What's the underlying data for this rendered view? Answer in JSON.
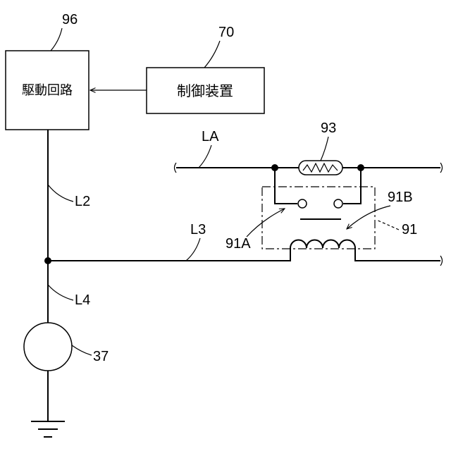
{
  "labels": {
    "drive_circuit_ref": "96",
    "drive_circuit_text": "駆動回路",
    "control_device_ref": "70",
    "control_device_text": "制御装置",
    "line_la": "LA",
    "thermistor_ref": "93",
    "line_l2": "L2",
    "line_l3": "L3",
    "relay_contact_ref": "91A",
    "relay_coil_ref": "91B",
    "relay_ref": "91",
    "line_l4": "L4",
    "component_37_ref": "37"
  },
  "colors": {
    "line": "#000000",
    "background": "#ffffff"
  }
}
